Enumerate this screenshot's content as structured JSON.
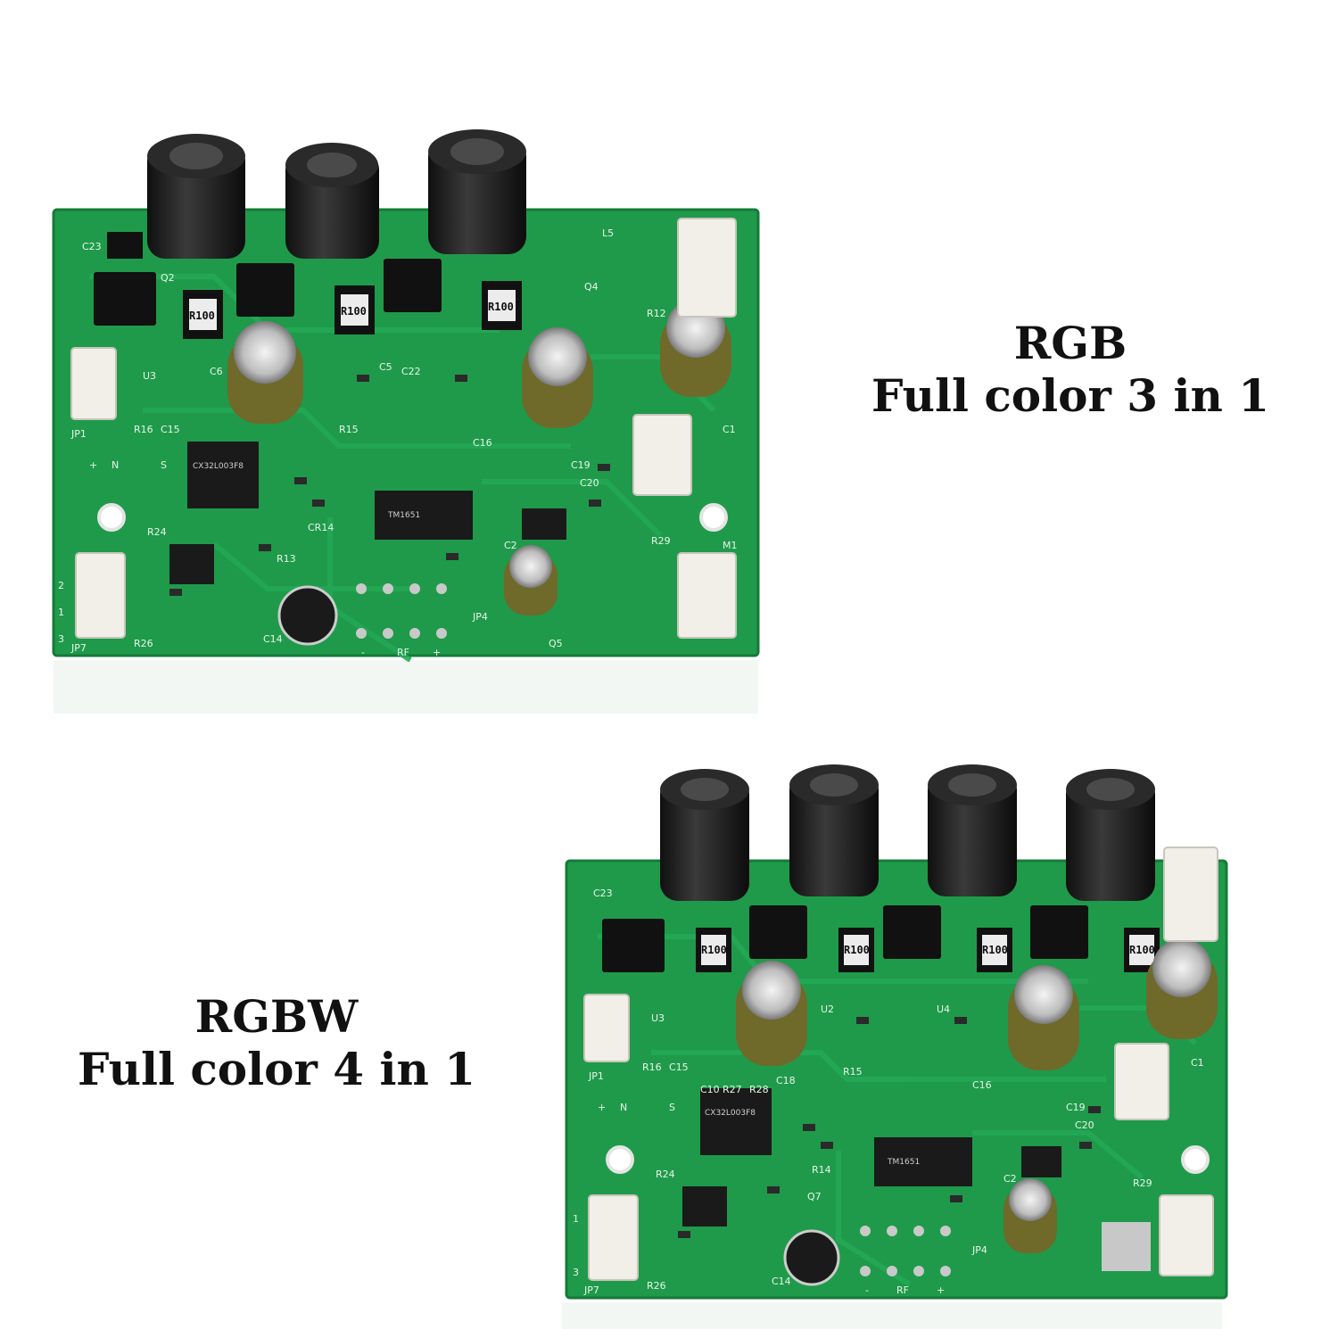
{
  "captions": {
    "rgb": {
      "line1": "RGB",
      "line2": "Full color 3 in 1"
    },
    "rgbw": {
      "line1": "RGBW",
      "line2": "Full color 4 in 1"
    }
  },
  "boards": {
    "rgb": {
      "chip_label": "TM1651",
      "mcu_label": "CX32L003F8",
      "resistor_label": "R100",
      "connector_labels": [
        "JP1",
        "JP4",
        "JP7",
        "M1"
      ],
      "silk_labels": [
        "C23",
        "Q2",
        "U3",
        "C6",
        "C5",
        "C22",
        "R15",
        "C16",
        "C19",
        "C20",
        "R29",
        "R24",
        "CR14",
        "R13",
        "R26",
        "C14",
        "Q5",
        "C2",
        "L5",
        "Q4",
        "R12",
        "C1",
        "R16",
        "C15"
      ],
      "pin_labels": [
        "+",
        "N",
        "S",
        "-",
        "RF",
        "+",
        "1",
        "2",
        "3"
      ],
      "coil_count": 3
    },
    "rgbw": {
      "chip_label": "TM1651",
      "mcu_label": "CX32L003F8",
      "resistor_label": "R100",
      "connector_labels": [
        "JP1",
        "JP4",
        "JP7",
        "C1"
      ],
      "silk_labels": [
        "C23",
        "U3",
        "R16",
        "C15",
        "C18",
        "R28",
        "R27",
        "C10",
        "R24",
        "R14",
        "Q7",
        "R26",
        "C14",
        "R15",
        "C16",
        "C19",
        "C20",
        "R29",
        "C2",
        "U2",
        "U4"
      ],
      "pin_labels": [
        "+",
        "N",
        "S",
        "-",
        "RF",
        "+",
        "1",
        "3"
      ],
      "coil_count": 4
    }
  },
  "colors": {
    "pcb_green": "#1f9a4a",
    "pcb_dark": "#157a38",
    "coil_black": "#1c1c1c",
    "connector_white": "#f1efe8",
    "capacitor_gold": "#6f6a2a"
  }
}
